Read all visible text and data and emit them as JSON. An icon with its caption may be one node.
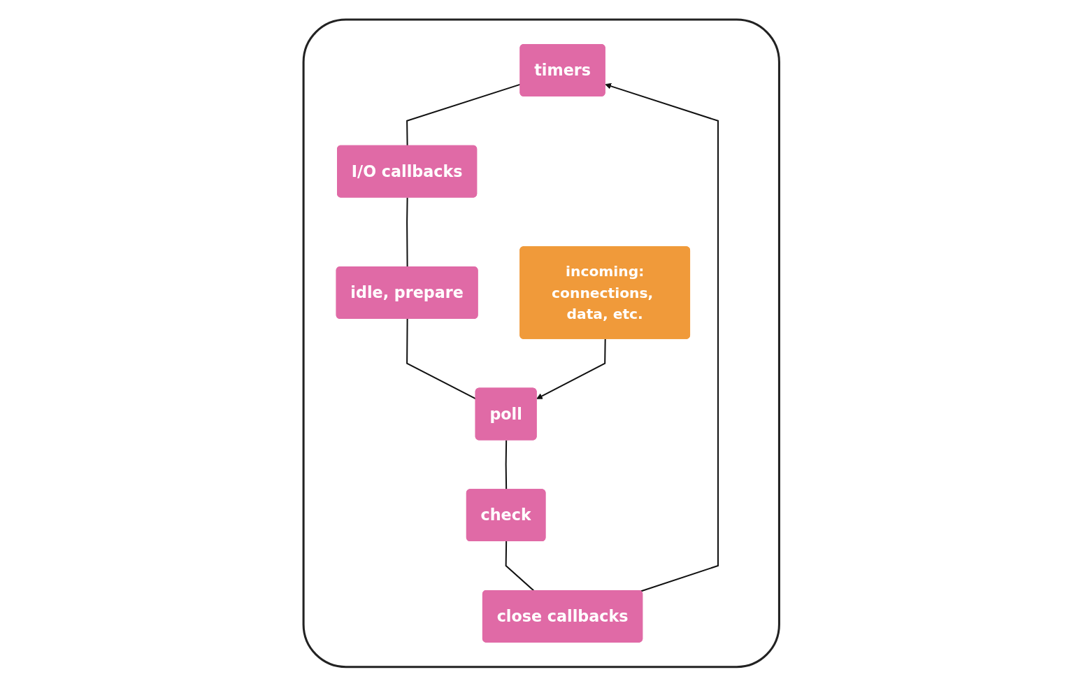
{
  "diagram": {
    "nodes": [
      {
        "text": [],
        "shape": "box"
      },
      {
        "text": [
          "timers"
        ],
        "in": 0
      },
      {
        "text": [
          "I/O callbacks"
        ],
        "in": 0
      },
      {
        "text": [
          "idle, prepare"
        ],
        "in": 0
      },
      {
        "text": [
          "poll"
        ],
        "in": 0
      },
      {
        "text": [
          "check"
        ],
        "in": 0
      },
      {
        "text": [
          "close callbacks"
        ],
        "in": 0
      },
      {
        "text": [
          "incoming:",
          "connections, data, etc."
        ],
        "in": 0
      }
    ],
    "edges": [
      {
        "from": 1,
        "to": 2,
        "arrow": "none"
      },
      {
        "from": 2,
        "to": 3,
        "arrow": "none"
      },
      {
        "from": 3,
        "to": 4,
        "arrow": "none"
      },
      {
        "from": 4,
        "to": 5,
        "arrow": "none"
      },
      {
        "from": 5,
        "to": 6,
        "arrow": "none"
      },
      {
        "from": 6,
        "to": 1,
        "arrow": "to"
      },
      {
        "from": 7,
        "to": 4,
        "arrow": "to"
      }
    ]
  }
}
